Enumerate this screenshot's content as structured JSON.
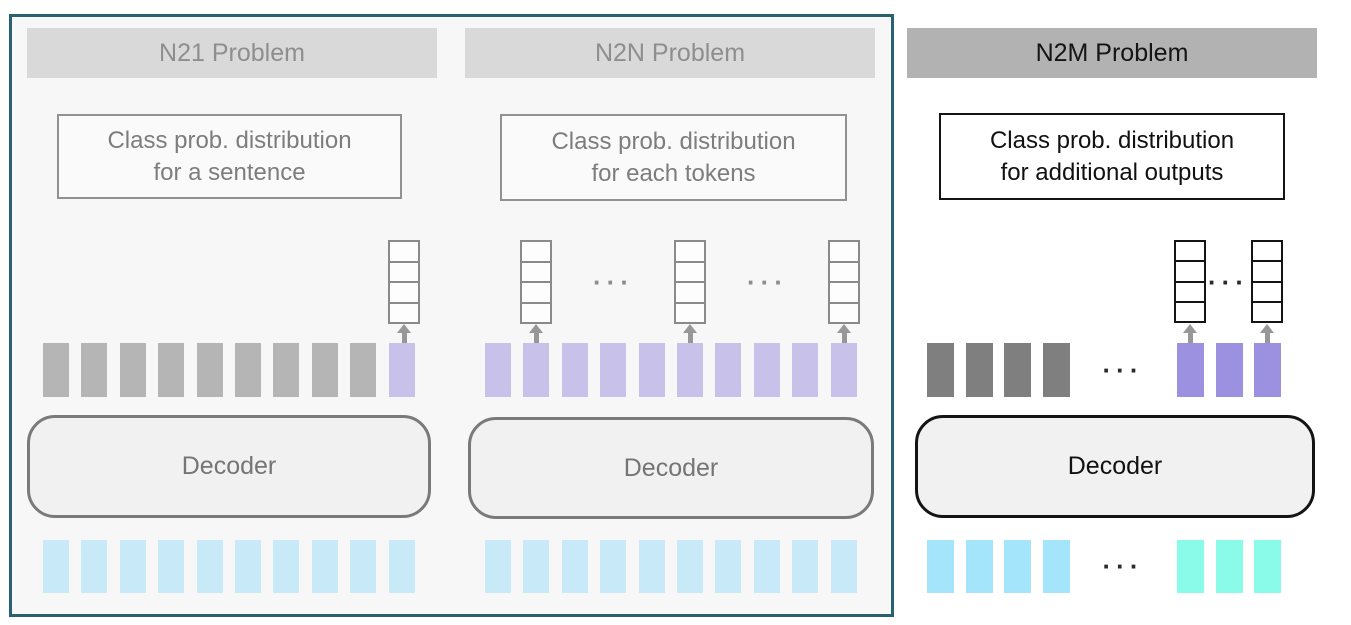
{
  "ellipsis": "···",
  "colors": {
    "frame_border": "#2a6171",
    "frame_bg": "#f7f7f8",
    "header_light_bg": "#d9d9d9",
    "header_light_text": "#8e8e8e",
    "header_dark_bg": "#b2b2b2",
    "header_dark_text": "#141414",
    "gray_token": "#b5b5b5",
    "dark_gray_token": "#7f7f7f",
    "light_purple_token": "#c8c2ea",
    "purple_token": "#9c90e0",
    "light_blue_token": "#c8eaf8",
    "sky_blue_token": "#a4e5fb",
    "aqua_token": "#8afbe9",
    "arrow": "#979797"
  },
  "panels": [
    {
      "title": "N21 Problem",
      "class_box_line1": "Class prob. distribution",
      "class_box_line2": "for a sentence",
      "decoder_label": "Decoder",
      "stack_cells": 4,
      "top_tokens": [
        {
          "count": 9,
          "color": "gray_token",
          "name": "context-token-bar"
        },
        {
          "count": 1,
          "color": "light_purple_token",
          "name": "predicted-token-bar"
        }
      ],
      "bottom_tokens": [
        {
          "count": 10,
          "color": "light_blue_token",
          "name": "input-embedding-bar"
        }
      ]
    },
    {
      "title": "N2N Problem",
      "class_box_line1": "Class prob. distribution",
      "class_box_line2": "for each tokens",
      "decoder_label": "Decoder",
      "stack_cells": 4,
      "top_tokens": [
        {
          "count": 10,
          "color": "light_purple_token",
          "name": "predicted-token-bar"
        }
      ],
      "bottom_tokens": [
        {
          "count": 10,
          "color": "light_blue_token",
          "name": "input-embedding-bar"
        }
      ]
    },
    {
      "title": "N2M Problem",
      "class_box_line1": "Class prob. distribution",
      "class_box_line2": "for additional outputs",
      "decoder_label": "Decoder",
      "stack_cells": 4,
      "top_tokens_left": [
        {
          "count": 4,
          "color": "dark_gray_token",
          "name": "context-token-bar"
        }
      ],
      "top_tokens_right": [
        {
          "count": 3,
          "color": "purple_token",
          "name": "predicted-token-bar"
        }
      ],
      "bottom_tokens_left": [
        {
          "count": 4,
          "color": "sky_blue_token",
          "name": "input-embedding-bar"
        }
      ],
      "bottom_tokens_right": [
        {
          "count": 3,
          "color": "aqua_token",
          "name": "additional-embedding-bar"
        }
      ]
    }
  ]
}
